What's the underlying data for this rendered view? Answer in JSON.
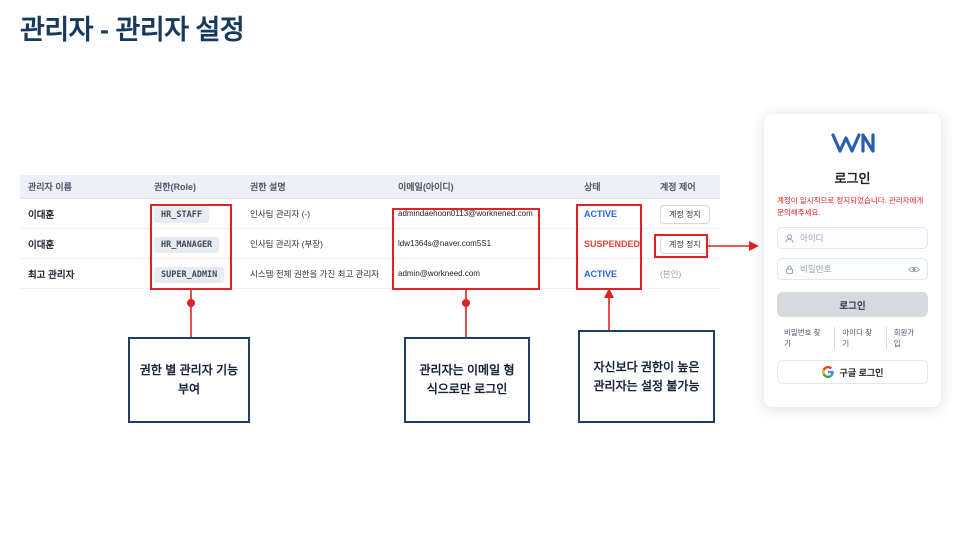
{
  "title": "관리자 - 관리자 설정",
  "table": {
    "headers": [
      "관리자 이름",
      "권한(Role)",
      "권한 설명",
      "이메일(아이디)",
      "상태",
      "계정 제어"
    ],
    "rows": [
      {
        "name": "이대훈",
        "role": "HR_STAFF",
        "desc": "인사팀 관리자 (-)",
        "email": "admindaehoon0113@worknened.com",
        "status": "ACTIVE",
        "control": "계정 정지"
      },
      {
        "name": "이대훈",
        "role": "HR_MANAGER",
        "desc": "인사팀 관리자 (부장)",
        "email": "ldw1364s@naver.com5S1",
        "status": "SUSPENDED",
        "control": "계정 정지"
      },
      {
        "name": "최고 관리자",
        "role": "SUPER_ADMIN",
        "desc": "시스템 전체 권한을 가진 최고 관리자",
        "email": "admin@workneed.com",
        "status": "ACTIVE",
        "control": "(본인)"
      }
    ]
  },
  "callouts": [
    {
      "text": "권한 별 관리자 기능 부여"
    },
    {
      "text": "관리자는 이메일 형식으로만 로그인"
    },
    {
      "text": "자신보다 권한이 높은 관리자는 설정 불가능"
    }
  ],
  "login": {
    "logo": "WN",
    "heading": "로그인",
    "alert": "계정이 일시적으로 정지되었습니다. 관리자에게 문의해주세요.",
    "id_placeholder": "아이디",
    "pw_placeholder": "비밀번호",
    "submit": "로그인",
    "links": [
      "비밀번호 찾기",
      "아이디 찾기",
      "회원가입"
    ],
    "google": "구글 로그인"
  },
  "colors": {
    "title_navy": "#17395e",
    "annotation_red": "#e02222",
    "callout_border": "#1e3f66",
    "status_active": "#2563eb",
    "status_suspended": "#e8432e",
    "brand_blue": "#2a5db0"
  }
}
